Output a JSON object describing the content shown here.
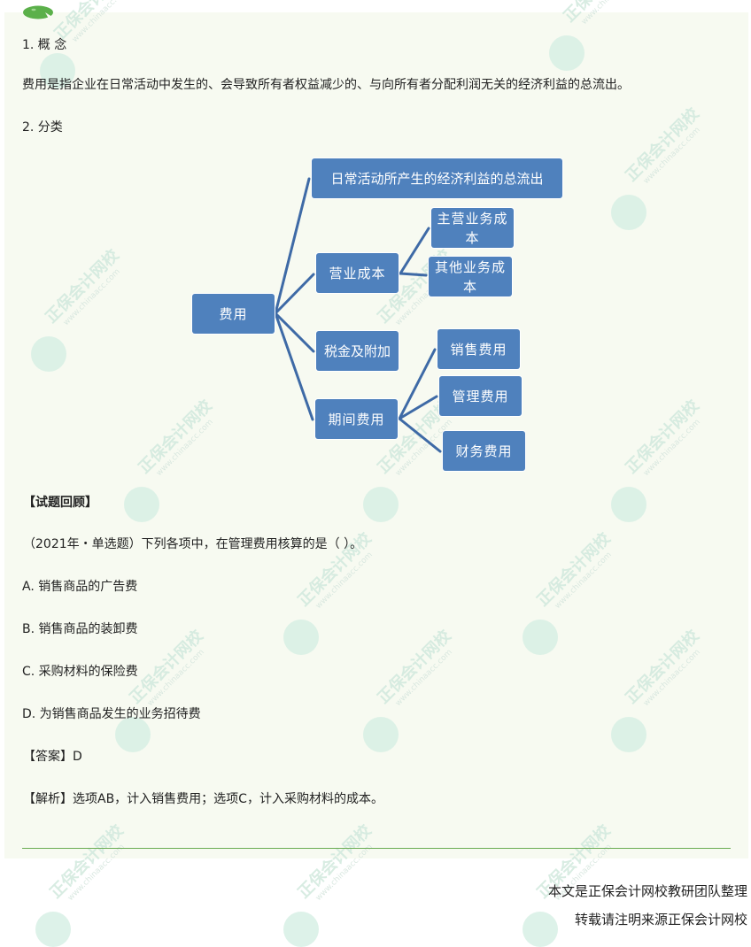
{
  "header": {
    "logo_icon": "lotus-leaf-icon"
  },
  "section1": {
    "title": "1. 概 念",
    "body": "费用是指企业在日常活动中发生的、会导致所有者权益减少的、与向所有者分配利润无关的经济利益的总流出。"
  },
  "section2": {
    "title": "2. 分类"
  },
  "diagram": {
    "root": "费用",
    "branches": [
      {
        "label": "日常活动所产生的经济利益的总流出",
        "children": []
      },
      {
        "label": "营业成本",
        "children": [
          "主营业务成本",
          "其他业务成本"
        ]
      },
      {
        "label": "税金及附加",
        "children": []
      },
      {
        "label": "期间费用",
        "children": [
          "销售费用",
          "管理费用",
          "财务费用"
        ]
      }
    ],
    "node_color": "#4f81bd",
    "line_color": "#3e6aa6"
  },
  "review": {
    "heading": "【试题回顾】",
    "question": "（2021年・单选题）下列各项中，在管理费用核算的是（   ）。",
    "options": [
      "A. 销售商品的广告费",
      "B. 销售商品的装卸费",
      "C. 采购材料的保险费",
      "D. 为销售商品发生的业务招待费"
    ],
    "answer": "【答案】D",
    "analysis": "【解析】选项AB，计入销售费用；选项C，计入采购材料的成本。"
  },
  "footer": {
    "line1": "本文是正保会计网校教研团队整理",
    "line2": "转载请注明来源正保会计网校"
  },
  "watermark": {
    "brand": "正保会计网校",
    "url": "www.chinaacc.com"
  },
  "colors": {
    "panel_bg": "#f7faf1",
    "divider": "#6aac52"
  }
}
